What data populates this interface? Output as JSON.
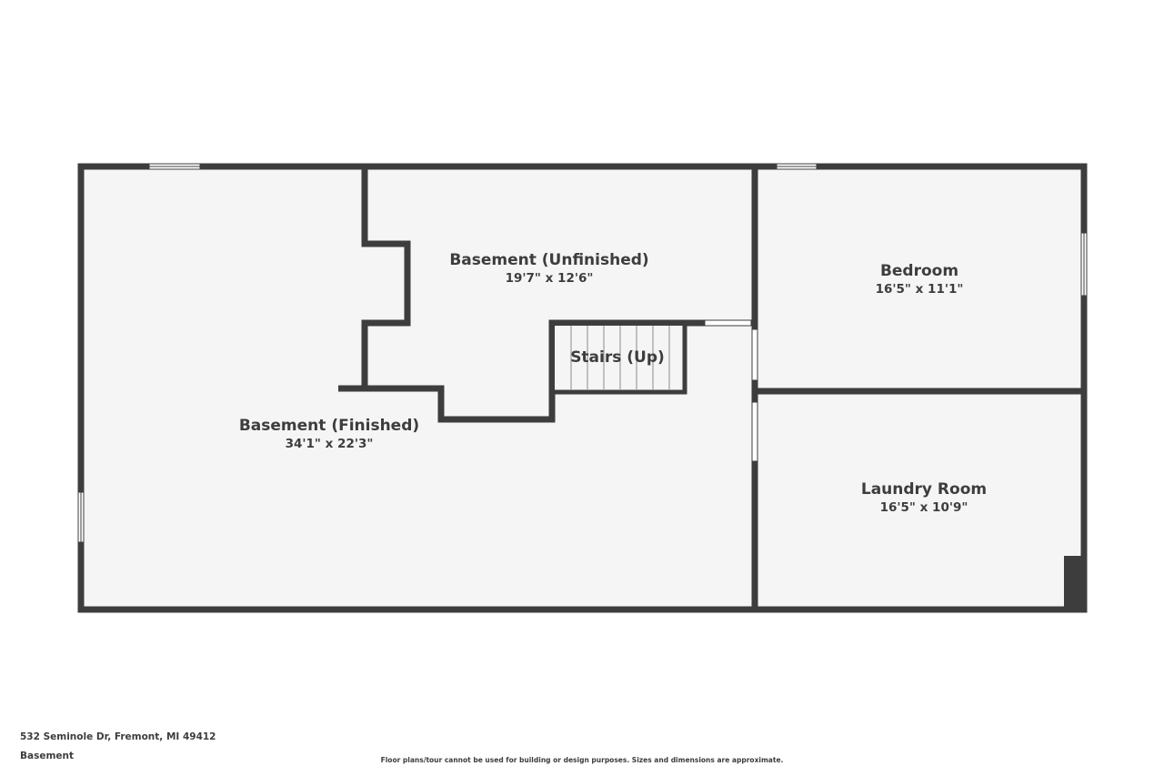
{
  "rooms": {
    "finished": {
      "name": "Basement (Finished)",
      "dims": "34'1\" x 22'3\""
    },
    "unfinished": {
      "name": "Basement (Unfinished)",
      "dims": "19'7\" x 12'6\""
    },
    "stairs": {
      "name": "Stairs (Up)"
    },
    "bedroom": {
      "name": "Bedroom",
      "dims": "16'5\" x 11'1\""
    },
    "laundry": {
      "name": "Laundry Room",
      "dims": "16'5\" x 10'9\""
    }
  },
  "footer": {
    "address": "532 Seminole Dr, Fremont, MI 49412",
    "floor": "Basement",
    "disclaimer": "Floor plans/tour cannot be used for building or design purposes. Sizes and dimensions are approximate."
  },
  "colors": {
    "wall": "#3d3d3d",
    "floor": "#f5f5f5",
    "background": "#ffffff"
  }
}
